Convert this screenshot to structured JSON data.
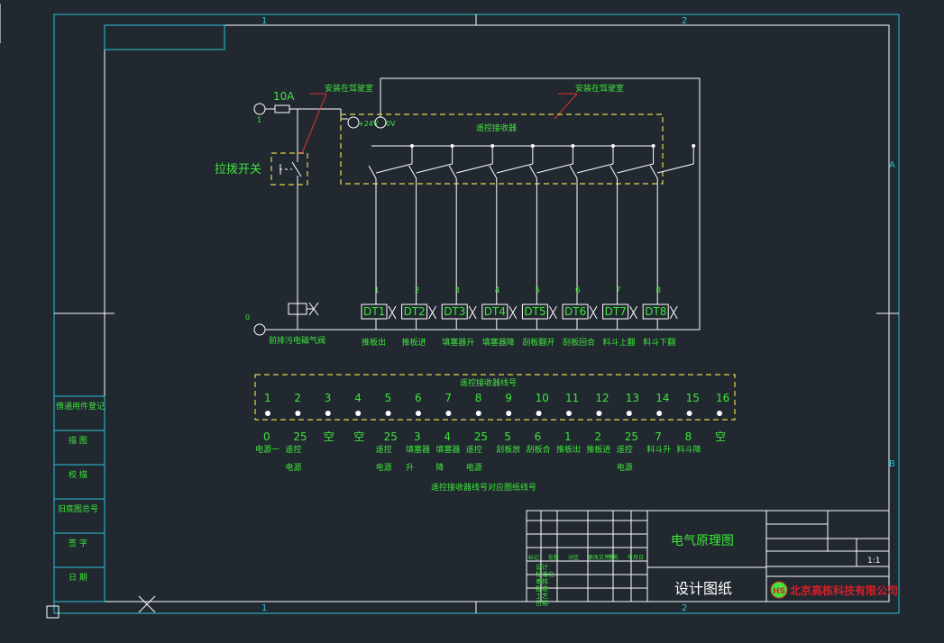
{
  "zones": {
    "top_1": "1",
    "top_2": "2",
    "bottom_1": "1",
    "bottom_2": "2",
    "right_a": "A",
    "right_b": "B"
  },
  "circuit": {
    "fuse_label": "10A",
    "terminal_1": "1",
    "terminal_0": "0",
    "note_driver_room_1": "安装在驾驶室",
    "note_driver_room_2": "安装在驾驶室",
    "switch_label": "拉拨开关",
    "receiver_title": "遥控接收器",
    "plus24v": "+24V",
    "zero_v": "0V",
    "valve_label": "前排污电磁气阀",
    "channels": [
      {
        "num": "1",
        "dt": "DT1",
        "name": "推板出"
      },
      {
        "num": "2",
        "dt": "DT2",
        "name": "推板进"
      },
      {
        "num": "3",
        "dt": "DT3",
        "name": "填塞器升"
      },
      {
        "num": "4",
        "dt": "DT4",
        "name": "填塞器降"
      },
      {
        "num": "5",
        "dt": "DT5",
        "name": "刮板翻开"
      },
      {
        "num": "6",
        "dt": "DT6",
        "name": "刮板回合"
      },
      {
        "num": "7",
        "dt": "DT7",
        "name": "料斗上翻"
      },
      {
        "num": "8",
        "dt": "DT8",
        "name": "料斗下翻"
      }
    ]
  },
  "table": {
    "title": "遥控接收器线号",
    "footer": "遥控接收器线号对应图纸线号",
    "pins": [
      "1",
      "2",
      "3",
      "4",
      "5",
      "6",
      "7",
      "8",
      "9",
      "10",
      "11",
      "12",
      "13",
      "14",
      "15",
      "16"
    ],
    "wires": [
      "0",
      "25",
      "空",
      "空",
      "25",
      "3",
      "4",
      "25",
      "5",
      "6",
      "1",
      "2",
      "25",
      "7",
      "8",
      "空"
    ],
    "desc_line1": [
      "电源一",
      "遥控",
      "",
      "",
      "遥控",
      "填塞器",
      "填塞器",
      "遥控",
      "刮板放",
      "刮板合",
      "推板出",
      "推板进",
      "遥控",
      "料斗升",
      "料斗降",
      ""
    ],
    "desc_line2": [
      "",
      "电源",
      "",
      "",
      "电源",
      "升",
      "降",
      "电源",
      "",
      "",
      "",
      "",
      "电源",
      "",
      "",
      ""
    ]
  },
  "left_strip": [
    "借通用件登记",
    "描 图",
    "校 描",
    "旧底图总号",
    "签 字",
    "日 期"
  ],
  "title_block": {
    "drawing_title": "电气原理图",
    "drawing_subtitle": "设计图纸",
    "scale": "1:1",
    "labels": [
      "标记",
      "处数",
      "分区",
      "更改文件号",
      "签名",
      "年月日"
    ],
    "rows": [
      "设计",
      "标准化",
      "审核",
      "批准",
      "工艺",
      "日期"
    ],
    "company": "北京高栋科技有限公司",
    "logo": "HS"
  }
}
